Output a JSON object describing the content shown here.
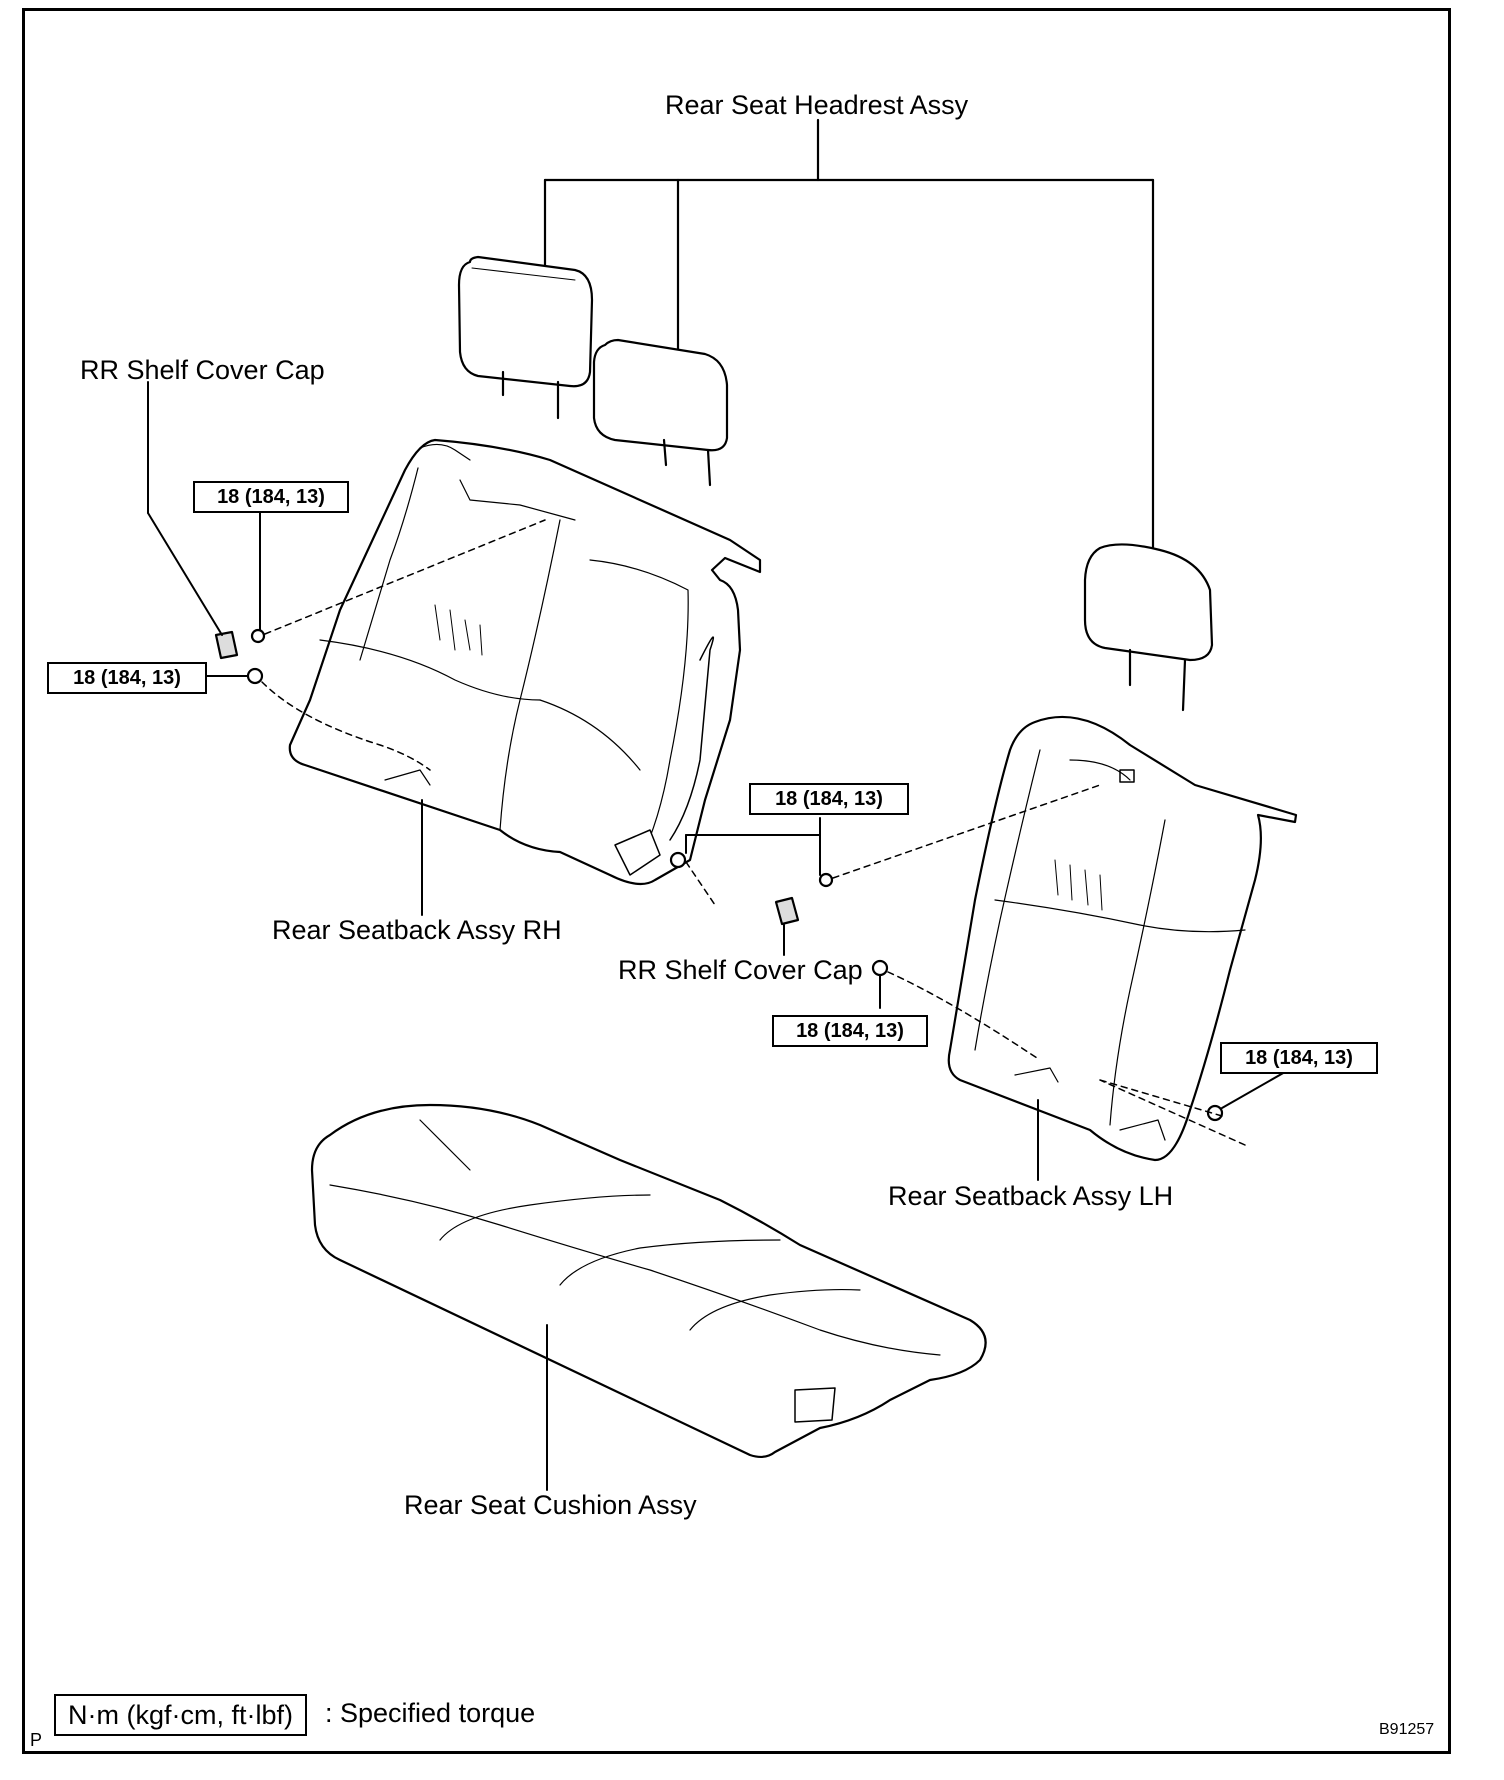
{
  "labels": {
    "headrest": "Rear Seat Headrest Assy",
    "shelf_cap_left": "RR Shelf Cover Cap",
    "shelf_cap_center": "RR Shelf Cover Cap",
    "seatback_rh": "Rear Seatback Assy RH",
    "seatback_lh": "Rear Seatback Assy LH",
    "cushion": "Rear Seat Cushion Assy"
  },
  "torque": {
    "t1": "18 (184, 13)",
    "t2": "18 (184, 13)",
    "t3": "18 (184, 13)",
    "t4": "18 (184, 13)",
    "t5": "18 (184, 13)"
  },
  "legend": {
    "unit": "N·m (kgf·cm, ft·lbf)",
    "desc": ": Specified torque"
  },
  "corner": {
    "left": "P",
    "figure_id": "B91257"
  }
}
